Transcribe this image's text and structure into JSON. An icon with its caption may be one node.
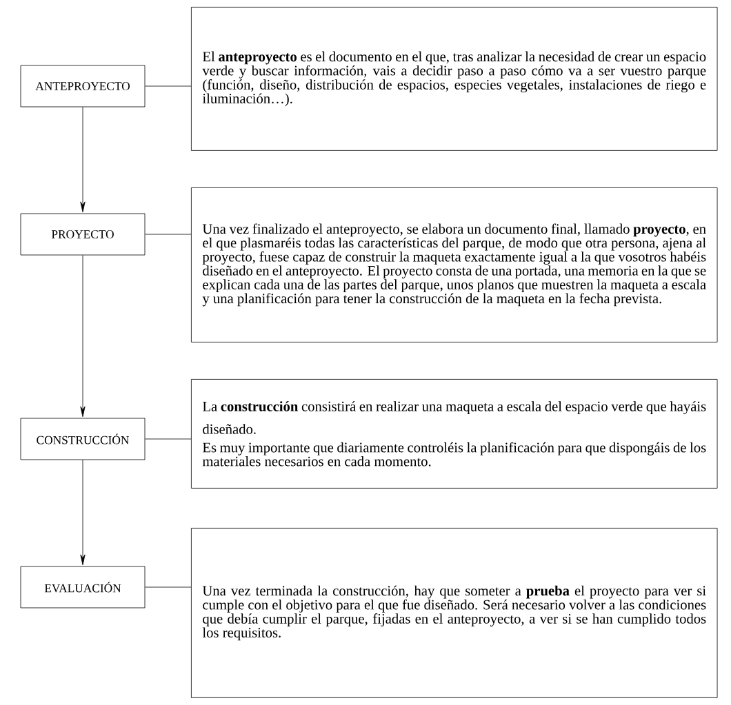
{
  "diagram": {
    "nodes": [
      {
        "text": [
          "ANTEPROYECTO"
        ]
      },
      {
        "text": [
          "El **anteproyecto** es el documento en el que, tras analizar la necesidad de crear un espacio verde y buscar información, vais a decidir paso a paso cómo va a ser vuestro parque (función, diseño, distribución de espacios, especies vegetales, instalaciones de riego e iluminación…)."
        ]
      },
      {
        "text": [
          "PROYECTO"
        ]
      },
      {
        "text": [
          "Una vez finalizado el anteproyecto, se elabora un documento final, llamado **proyecto**, en el que plasmaréis todas las características del parque, de modo que otra persona, ajena al proyecto, fuese capaz de construir la maqueta exactamente igual a la que vosotros habéis diseñado en el anteproyecto. El proyecto consta de una portada, una memoria en la que se explican cada una de las partes del parque, unos planos que muestren la maqueta a escala y una planificación para tener la construcción de la maqueta en la fecha prevista."
        ]
      },
      {
        "text": [
          "CONSTRUCCIÓN"
        ]
      },
      {
        "text": [
          "La **construcción** consistirá en realizar una maqueta a escala del espacio verde que hayáis diseñado.",
          "Es muy importante que diariamente controléis la planificación para que dispongáis de los materiales necesarios en cada momento."
        ]
      },
      {
        "text": [
          "EVALUACIÓN"
        ]
      },
      {
        "text": [
          "Una vez terminada la construcción, hay que someter a **prueba** el proyecto para ver si cumple con el objetivo para el que fue diseñado. Será necesario volver a las condiciones que debía cumplir el parque, fijadas en el anteproyecto, a ver si se han cumplido todos los requisitos."
        ]
      }
    ],
    "edges": [
      {
        "from": 0,
        "to": 1,
        "arrow": "none"
      },
      {
        "from": 0,
        "to": 2,
        "arrow": "to"
      },
      {
        "from": 2,
        "to": 3,
        "arrow": "none"
      },
      {
        "from": 2,
        "to": 4,
        "arrow": "to"
      },
      {
        "from": 4,
        "to": 5,
        "arrow": "none"
      },
      {
        "from": 4,
        "to": 6,
        "arrow": "to"
      },
      {
        "from": 6,
        "to": 7,
        "arrow": "none"
      }
    ]
  }
}
